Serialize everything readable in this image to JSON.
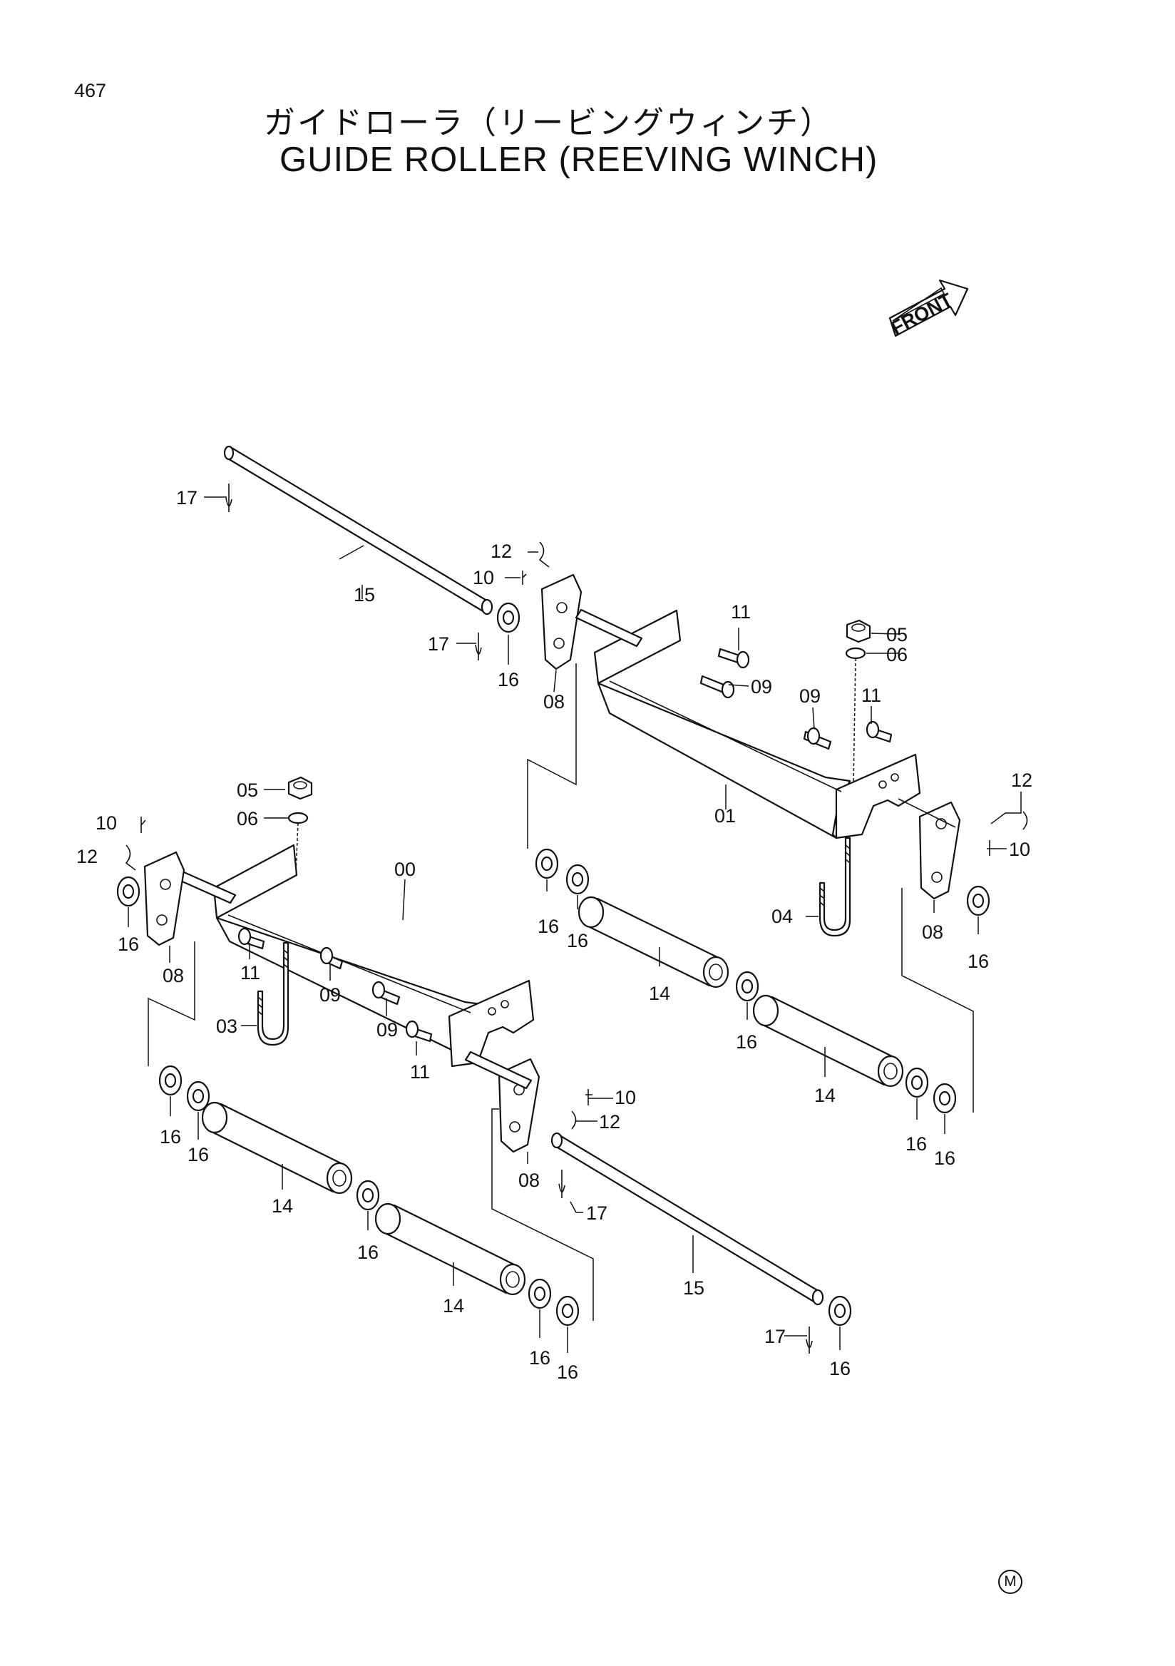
{
  "page_number": "467",
  "title_jp": "ガイドローラ（リービングウィンチ）",
  "title_en": "GUIDE ROLLER (REEVING WINCH)",
  "front_arrow_text": "FRONT",
  "corner_mark": "M",
  "part_labels": {
    "a15": "15",
    "a17": "17",
    "a12": "12",
    "a10": "10",
    "a16": "16",
    "a08": "08",
    "a17b": "17",
    "a11": "11",
    "a05": "05",
    "a06": "06",
    "a09": "09",
    "a09b": "09",
    "a11b": "11",
    "a01": "01",
    "a12b": "12",
    "a10b": "10",
    "a16b": "16",
    "a16c": "16",
    "a04": "04",
    "a08b": "08",
    "a16d": "16",
    "a14": "14",
    "a16e": "16",
    "a14b": "14",
    "a16f": "16",
    "a16g": "16",
    "b05": "05",
    "b06": "06",
    "b10": "10",
    "b12": "12",
    "b16": "16",
    "b08": "08",
    "b00": "00",
    "b11": "11",
    "b09": "09",
    "b09b": "09",
    "b03": "03",
    "b11b": "11",
    "b10b": "10",
    "b12b": "12",
    "b08b": "08",
    "b16b": "16",
    "b16c": "16",
    "b14": "14",
    "b16d": "16",
    "b14b": "14",
    "b16e": "16",
    "b16f": "16",
    "b17": "17",
    "b15": "15",
    "b17b": "17",
    "b16g": "16"
  }
}
